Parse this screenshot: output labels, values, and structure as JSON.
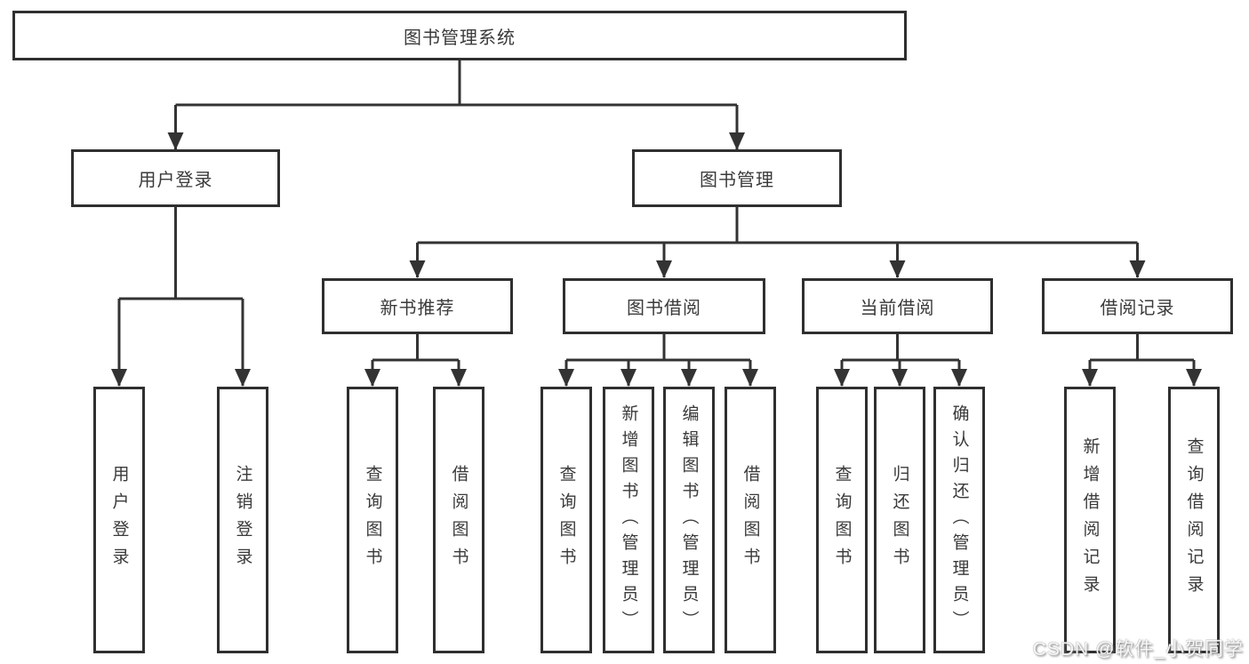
{
  "colors": {
    "line": "#333333",
    "box_border": "#2f2f2f",
    "text": "#3a3a3a",
    "background": "#ffffff"
  },
  "diagram": {
    "root": "图书管理系统",
    "level2": [
      "用户登录",
      "图书管理"
    ],
    "level3": [
      "新书推荐",
      "图书借阅",
      "当前借阅",
      "借阅记录"
    ],
    "leaves": {
      "user_login": [
        "用户登录",
        "注销登录"
      ],
      "new_book_recommend": [
        "查询图书",
        "借阅图书"
      ],
      "book_borrow": [
        "查询图书",
        "新增图书（管理员）",
        "编辑图书（管理员）",
        "借阅图书"
      ],
      "current_borrow": [
        "查询图书",
        "归还图书",
        "确认归还（管理员）"
      ],
      "borrow_record": [
        "新增借阅记录",
        "查询借阅记录"
      ]
    }
  },
  "watermark": "CSDN @软件_小贺同学"
}
